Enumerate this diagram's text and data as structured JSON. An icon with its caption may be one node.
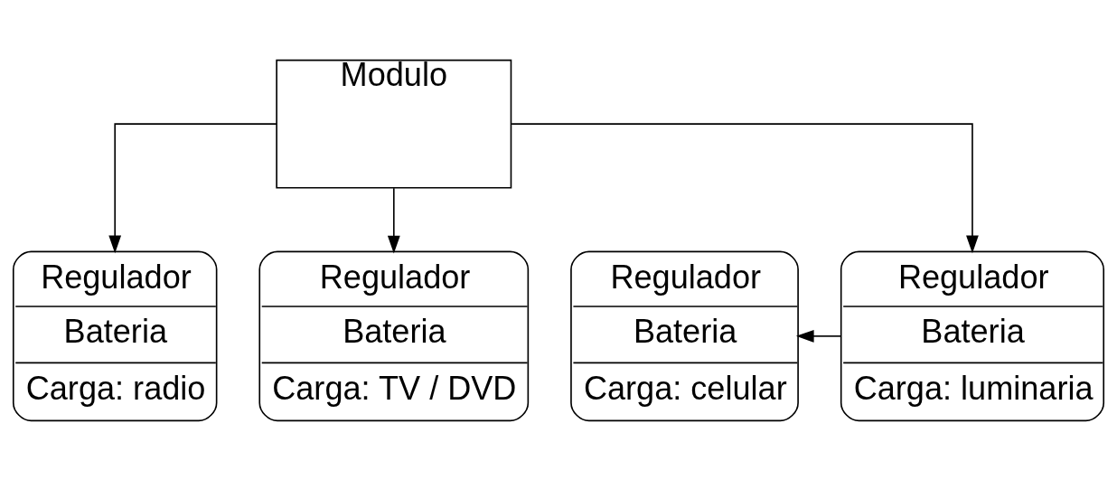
{
  "diagram": {
    "nodes": [
      {
        "text": [
          "Modulo"
        ]
      },
      {
        "text": [
          "Regulador",
          "Bateria",
          "Carga: celular"
        ]
      },
      {
        "text": [
          "Regulador",
          "Bateria",
          "Carga: luminaria"
        ]
      },
      {
        "text": [
          "Regulador",
          "Bateria",
          "Carga: radio"
        ]
      },
      {
        "text": [
          "Regulador",
          "Bateria",
          "Carga: TV / DVD"
        ]
      }
    ],
    "edges": [
      {
        "from": 2,
        "to": 1,
        "arrow": "to"
      },
      {
        "from": 0,
        "to": 2,
        "arrow": "to"
      },
      {
        "from": 0,
        "to": 3,
        "arrow": "to"
      },
      {
        "from": 0,
        "to": 4,
        "arrow": "to"
      }
    ]
  }
}
